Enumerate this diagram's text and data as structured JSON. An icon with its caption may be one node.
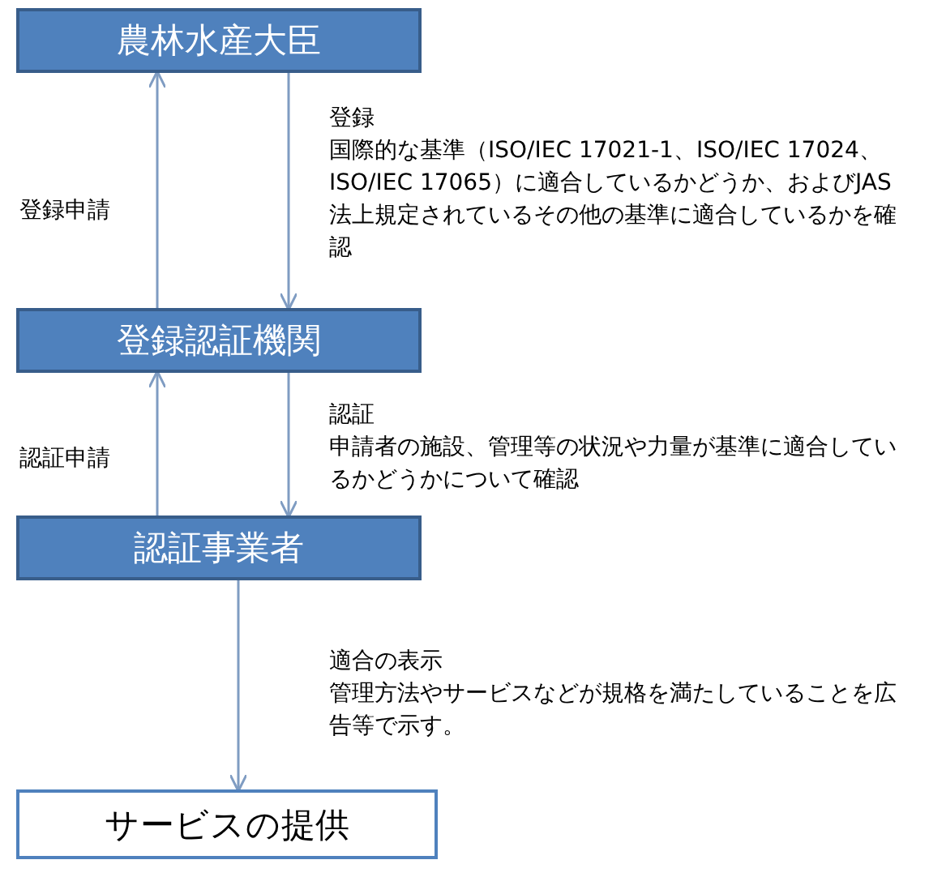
{
  "diagram": {
    "nodes": [
      {
        "text": [
          "農林水産大臣"
        ]
      },
      {
        "text": [
          "登録認証機関"
        ]
      },
      {
        "text": [
          "認証事業者"
        ]
      },
      {
        "text": [
          "サービスの提供"
        ]
      }
    ],
    "edges": [
      {
        "from": 1,
        "to": 0,
        "arrow": "to",
        "label": "登録申請"
      },
      {
        "from": 0,
        "to": 1,
        "arrow": "to",
        "label": "登録"
      },
      {
        "from": 2,
        "to": 1,
        "arrow": "to",
        "label": "認証申請"
      },
      {
        "from": 1,
        "to": 2,
        "arrow": "to",
        "label": "認証"
      },
      {
        "from": 2,
        "to": 3,
        "arrow": "to",
        "label": "適合の表示"
      }
    ],
    "labels": [
      "国際的な基準（ISO/IEC 17021-1、ISO/IEC 17024、ISO/IEC 17065）に適合しているかどうか、およびJAS法上規定されているその他の基準に適合しているかを確認",
      "申請者の施設、管理等の状況や力量が基準に適合しているかどうかについて確認",
      "管理方法やサービスなどが規格を満たしていることを広告等で示す。"
    ]
  }
}
